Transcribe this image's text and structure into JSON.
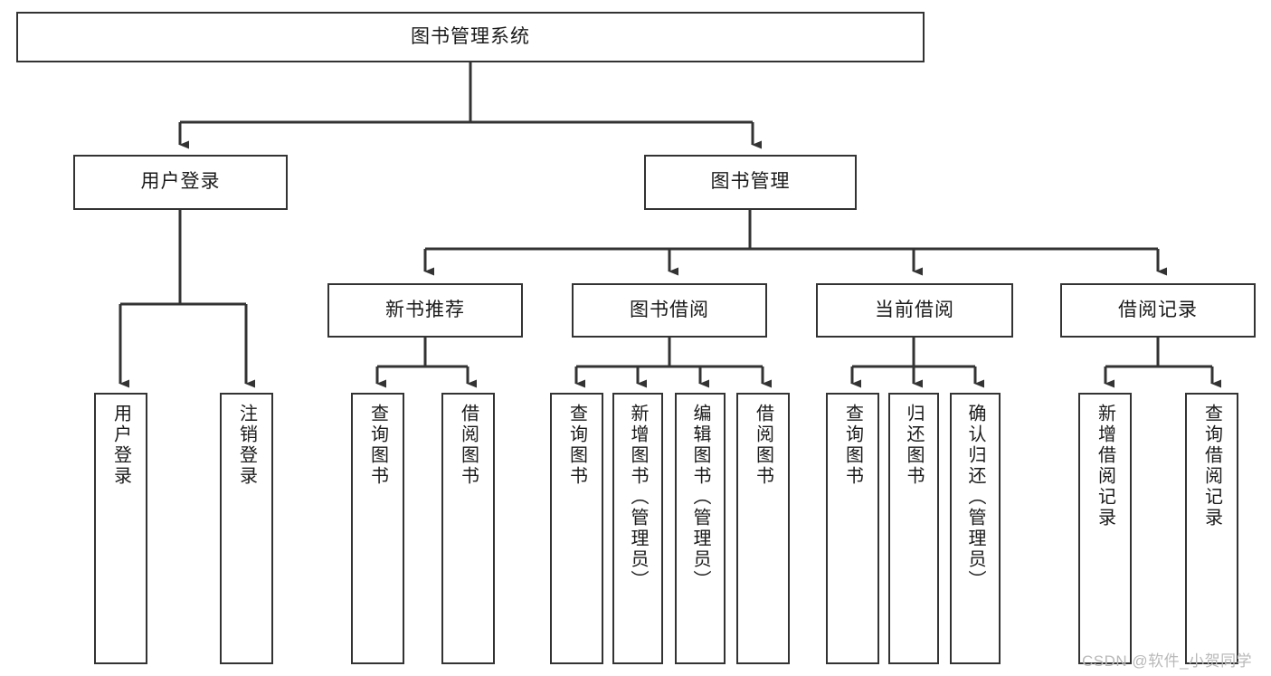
{
  "diagram": {
    "title": "图书管理系统",
    "watermark": "CSDN @软件_小贺同学",
    "colors": {
      "stroke": "#333333",
      "fill": "#ffffff",
      "text": "#1a1a1a",
      "watermark": "#b9b9b9"
    },
    "nodes": {
      "root": {
        "label": "图书管理系统"
      },
      "level2": [
        {
          "label": "用户登录"
        },
        {
          "label": "图书管理"
        }
      ],
      "level3": [
        {
          "label": "新书推荐"
        },
        {
          "label": "图书借阅"
        },
        {
          "label": "当前借阅"
        },
        {
          "label": "借阅记录"
        }
      ],
      "leaves": [
        {
          "label": "用户登录"
        },
        {
          "label": "注销登录"
        },
        {
          "label": "查询图书"
        },
        {
          "label": "借阅图书"
        },
        {
          "label": "查询图书"
        },
        {
          "label": "新增图书（管理员）"
        },
        {
          "label": "编辑图书（管理员）"
        },
        {
          "label": "借阅图书"
        },
        {
          "label": "查询图书"
        },
        {
          "label": "归还图书"
        },
        {
          "label": "确认归还（管理员）"
        },
        {
          "label": "新增借阅记录"
        },
        {
          "label": "查询借阅记录"
        }
      ]
    }
  }
}
